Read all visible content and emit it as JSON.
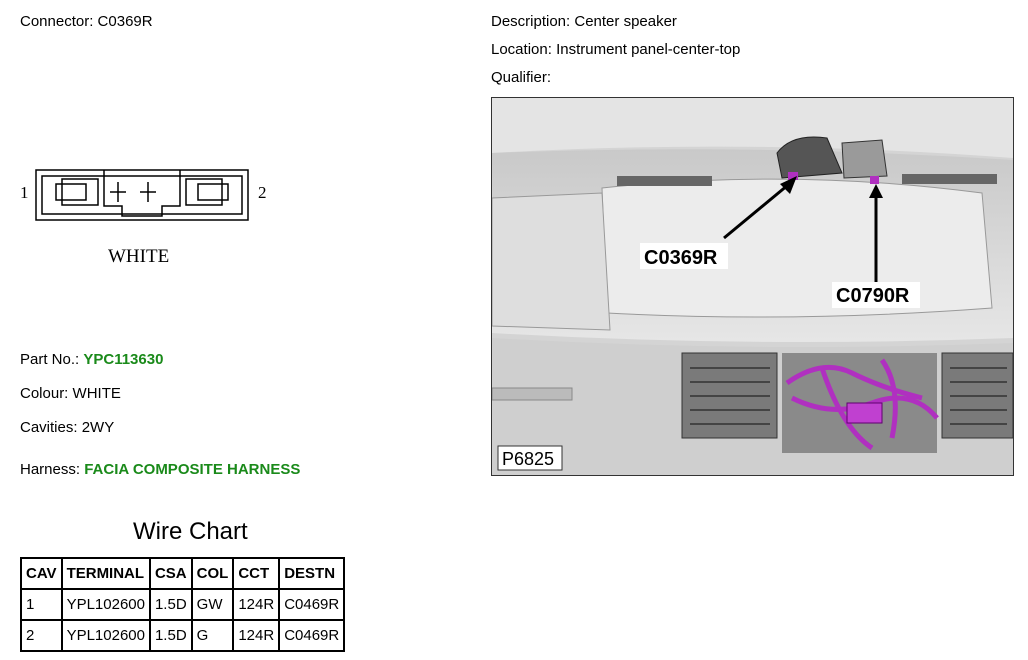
{
  "connector": {
    "label": "Connector:",
    "value": "C0369R"
  },
  "description": {
    "label": "Description:",
    "value": "Center speaker"
  },
  "location": {
    "label": "Location:",
    "value": "Instrument panel-center-top"
  },
  "qualifier": {
    "label": "Qualifier:",
    "value": ""
  },
  "diagram": {
    "pin_left": "1",
    "pin_right": "2",
    "color_label": "WHITE"
  },
  "part_no": {
    "label": "Part No.:",
    "value": "YPC113630"
  },
  "colour": {
    "label": "Colour:",
    "value": "WHITE"
  },
  "cavities": {
    "label": "Cavities:",
    "value": "2WY"
  },
  "harness": {
    "label": "Harness:",
    "value": "FACIA COMPOSITE HARNESS"
  },
  "photo": {
    "callout_1": "C0369R",
    "callout_2": "C0790R",
    "ref": "P6825"
  },
  "wire_chart": {
    "title": "Wire Chart",
    "headers": [
      "CAV",
      "TERMINAL",
      "CSA",
      "COL",
      "CCT",
      "DESTN"
    ],
    "rows": [
      [
        "1",
        "YPL102600",
        "1.5D",
        "GW",
        "124R",
        "C0469R"
      ],
      [
        "2",
        "YPL102600",
        "1.5D",
        "G",
        "124R",
        "C0469R"
      ]
    ]
  },
  "colors": {
    "green_text": "#1a8a1a",
    "wire_purple": "#b030c0"
  }
}
